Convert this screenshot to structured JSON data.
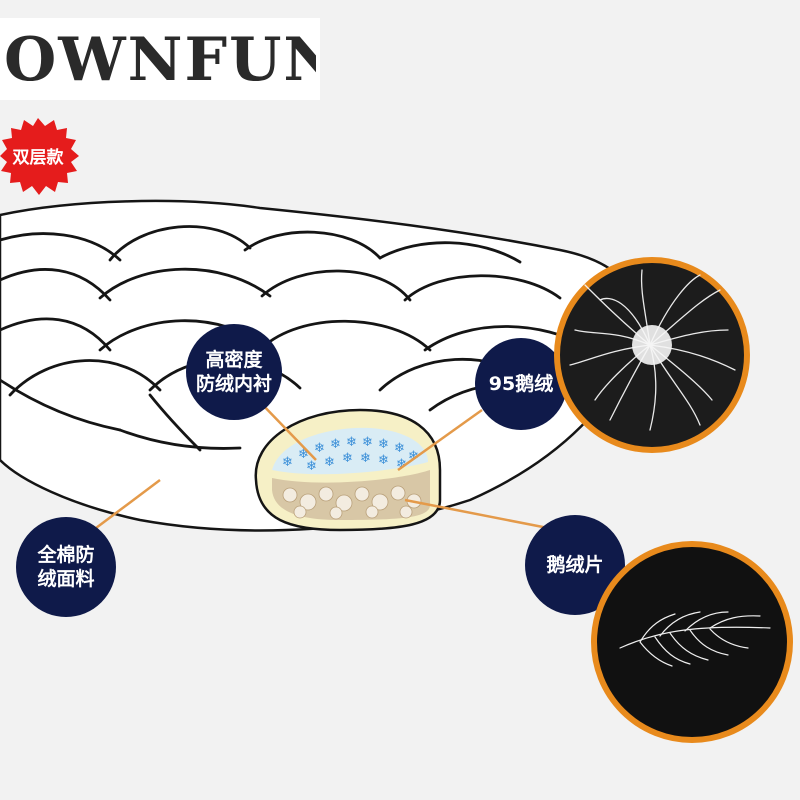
{
  "brand": {
    "logo_text": "OWNFUN"
  },
  "badge": {
    "text": "双层款",
    "color": "#e51c1c"
  },
  "callouts": {
    "inner_lining": {
      "line1": "高密度",
      "line2": "防绒内衬"
    },
    "goose_down": {
      "text": "95鹅绒"
    },
    "cotton_fabric": {
      "line1": "全棉防",
      "line2": "绒面料"
    },
    "goose_feather": {
      "text": "鹅绒片"
    }
  },
  "colors": {
    "callout_circle": "#0f1a4a",
    "photo_ring": "#e88a1c",
    "leader_line": "#e49a4a",
    "quilt_stroke": "#151515"
  }
}
